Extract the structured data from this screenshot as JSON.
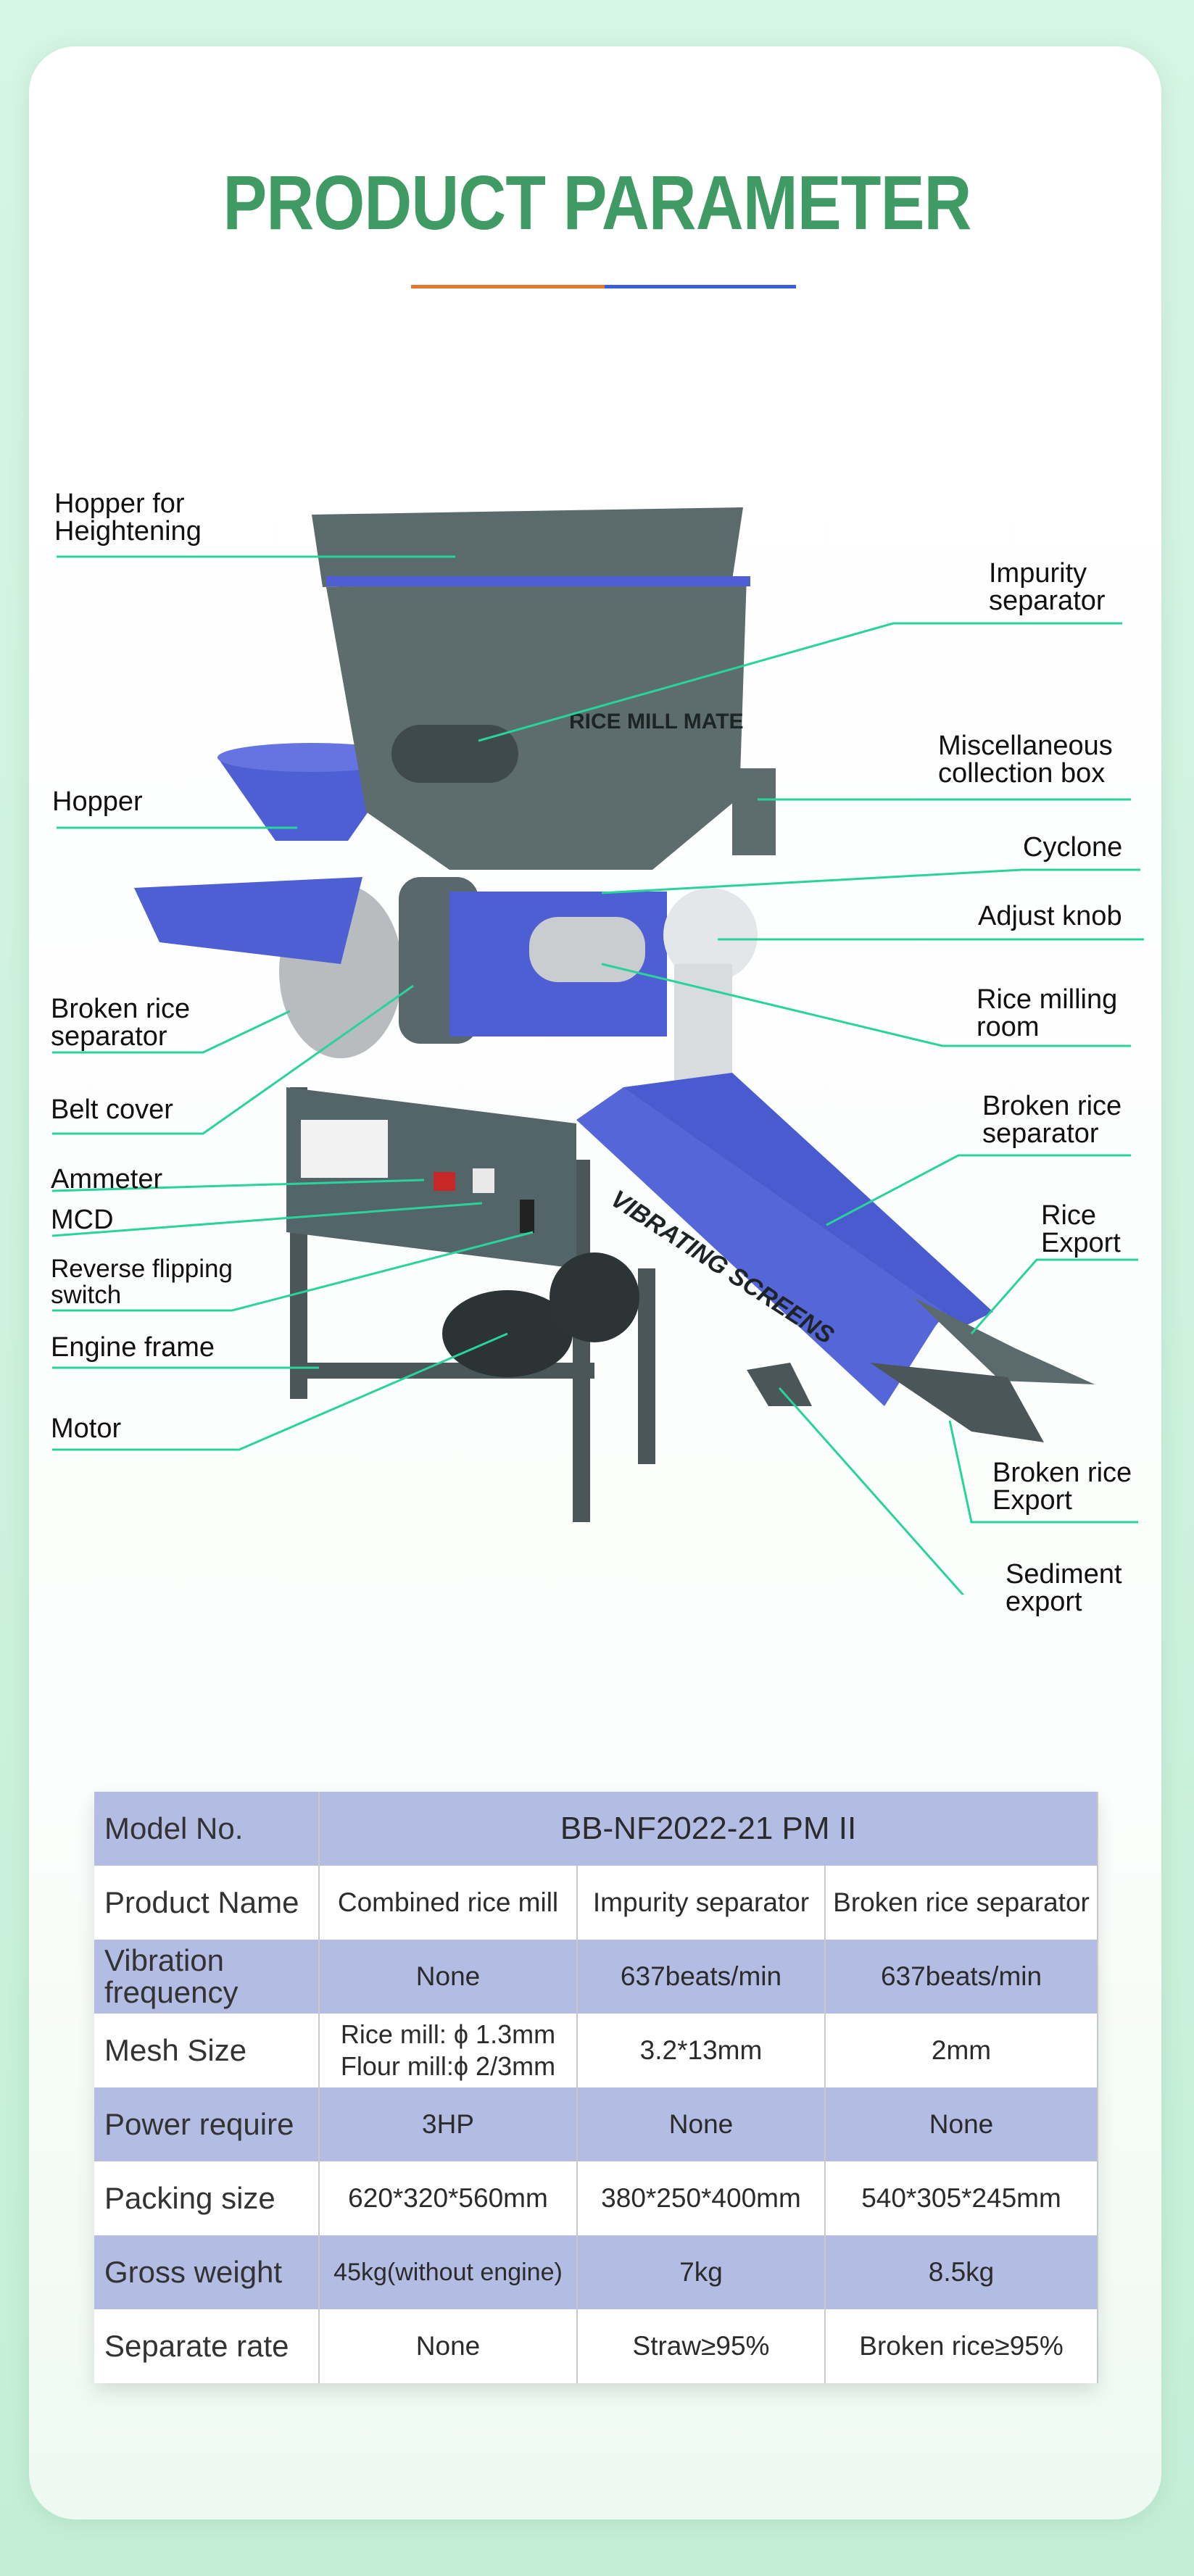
{
  "header": {
    "title": "PRODUCT PARAMETER"
  },
  "machine": {
    "brand_plate": "RICE MILL MATE",
    "screen_text": "VIBRATING SCREENS",
    "colors": {
      "body_gray": "#5d6d6e",
      "accent_blue": "#4e5fd3",
      "frame_dark": "#4a5657"
    }
  },
  "callouts": {
    "hopper_heightening": "Hopper for\nHeightening",
    "hopper": "Hopper",
    "broken_rice_separator_left": "Broken rice\nseparator",
    "belt_cover": "Belt cover",
    "ammeter": "Ammeter",
    "mcd": "MCD",
    "reverse_switch": "Reverse flipping\nswitch",
    "engine_frame": "Engine frame",
    "motor": "Motor",
    "impurity_separator": "Impurity\nseparator",
    "misc_box": "Miscellaneous\ncollection box",
    "cyclone": "Cyclone",
    "adjust_knob": "Adjust knob",
    "milling_room": "Rice milling\nroom",
    "broken_rice_separator_right": "Broken rice\nseparator",
    "rice_export": "Rice\nExport",
    "broken_rice_export": "Broken rice\nExport",
    "sediment_export": "Sediment\nexport"
  },
  "spec_table": {
    "model_label": "Model No.",
    "model_value": "BB-NF2022-21 PM II",
    "rows": [
      {
        "label": "Product Name",
        "values": [
          "Combined rice mill",
          "Impurity separator",
          "Broken rice separator"
        ]
      },
      {
        "label": "Vibration\nfrequency",
        "values": [
          "None",
          "637beats/min",
          "637beats/min"
        ]
      },
      {
        "label": "Mesh Size",
        "values": [
          "Rice mill: ϕ 1.3mm\nFlour mill:ϕ 2/3mm",
          "3.2*13mm",
          "2mm"
        ]
      },
      {
        "label": "Power require",
        "values": [
          "3HP",
          "None",
          "None"
        ]
      },
      {
        "label": "Packing size",
        "values": [
          "620*320*560mm",
          "380*250*400mm",
          "540*305*245mm"
        ]
      },
      {
        "label": "Gross weight",
        "values": [
          "45kg(without engine)",
          "7kg",
          "8.5kg"
        ]
      },
      {
        "label": "Separate rate",
        "values": [
          "None",
          "Straw≥95%",
          "Broken rice≥95%"
        ]
      }
    ],
    "colors": {
      "shade": "#b3bde3",
      "plain": "#ffffff"
    }
  }
}
